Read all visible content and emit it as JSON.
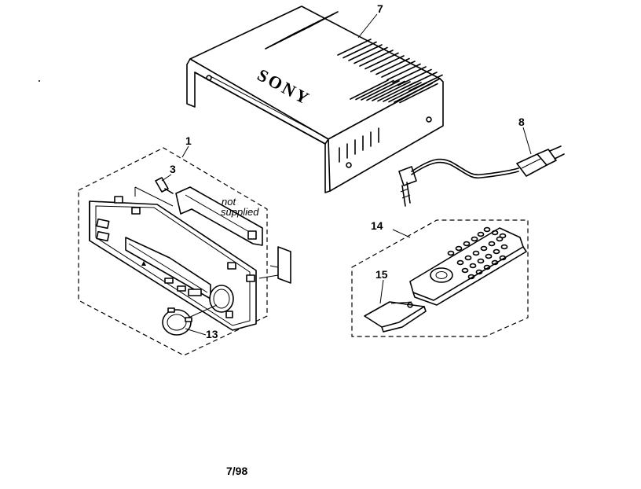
{
  "parts": {
    "p1": "1",
    "p3": "3",
    "p7": "7",
    "p8": "8",
    "p13": "13",
    "p14": "14",
    "p15": "15"
  },
  "notes": {
    "not": "not",
    "supplied": "supplied"
  },
  "brand": "SONY",
  "date_code": "7/98"
}
